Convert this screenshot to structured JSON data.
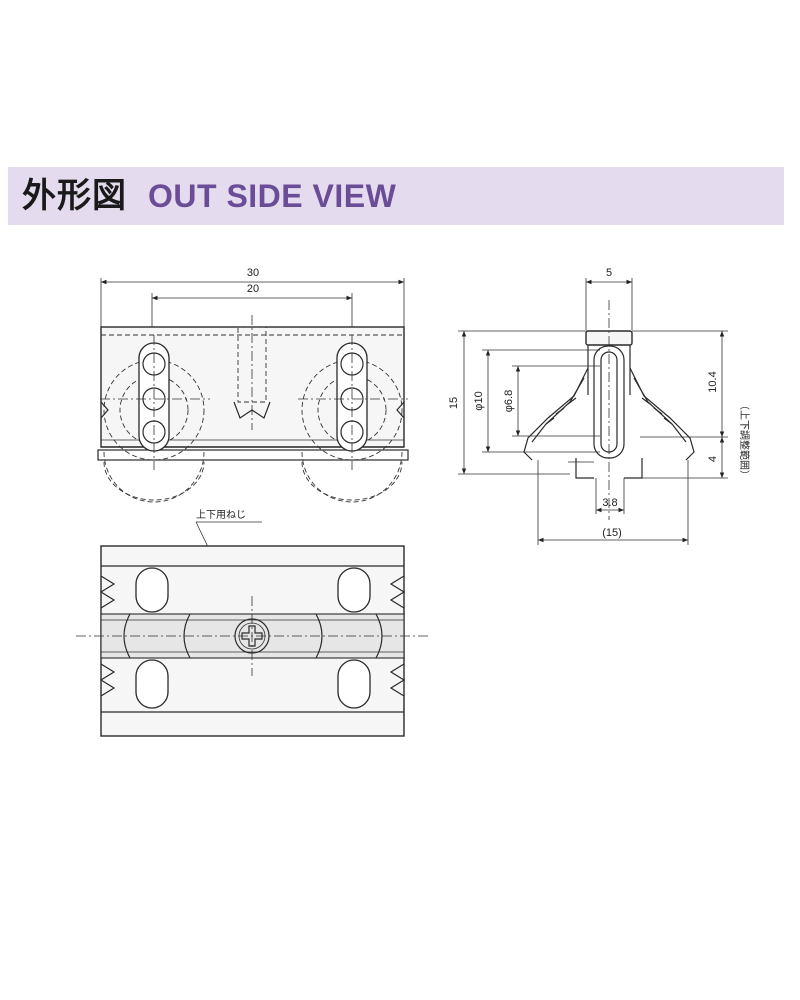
{
  "header": {
    "title_jp": "外形図",
    "title_en": "OUT SIDE VIEW",
    "band_color": "#e4dcee",
    "title_en_color": "#6a4d96"
  },
  "front_view": {
    "dim_overall": "30",
    "dim_pitch": "20"
  },
  "side_view": {
    "dim_top": "5",
    "dim_height": "15",
    "dim_dia_outer": "φ10",
    "dim_dia_inner": "φ6.8",
    "dim_right_upper": "10.4",
    "dim_right_lower": "4",
    "dim_adjust_note": "（上下調整範囲）",
    "dim_groove": "3.8",
    "dim_base": "(15)"
  },
  "bottom_view": {
    "screw_label": "上下用ねじ"
  }
}
